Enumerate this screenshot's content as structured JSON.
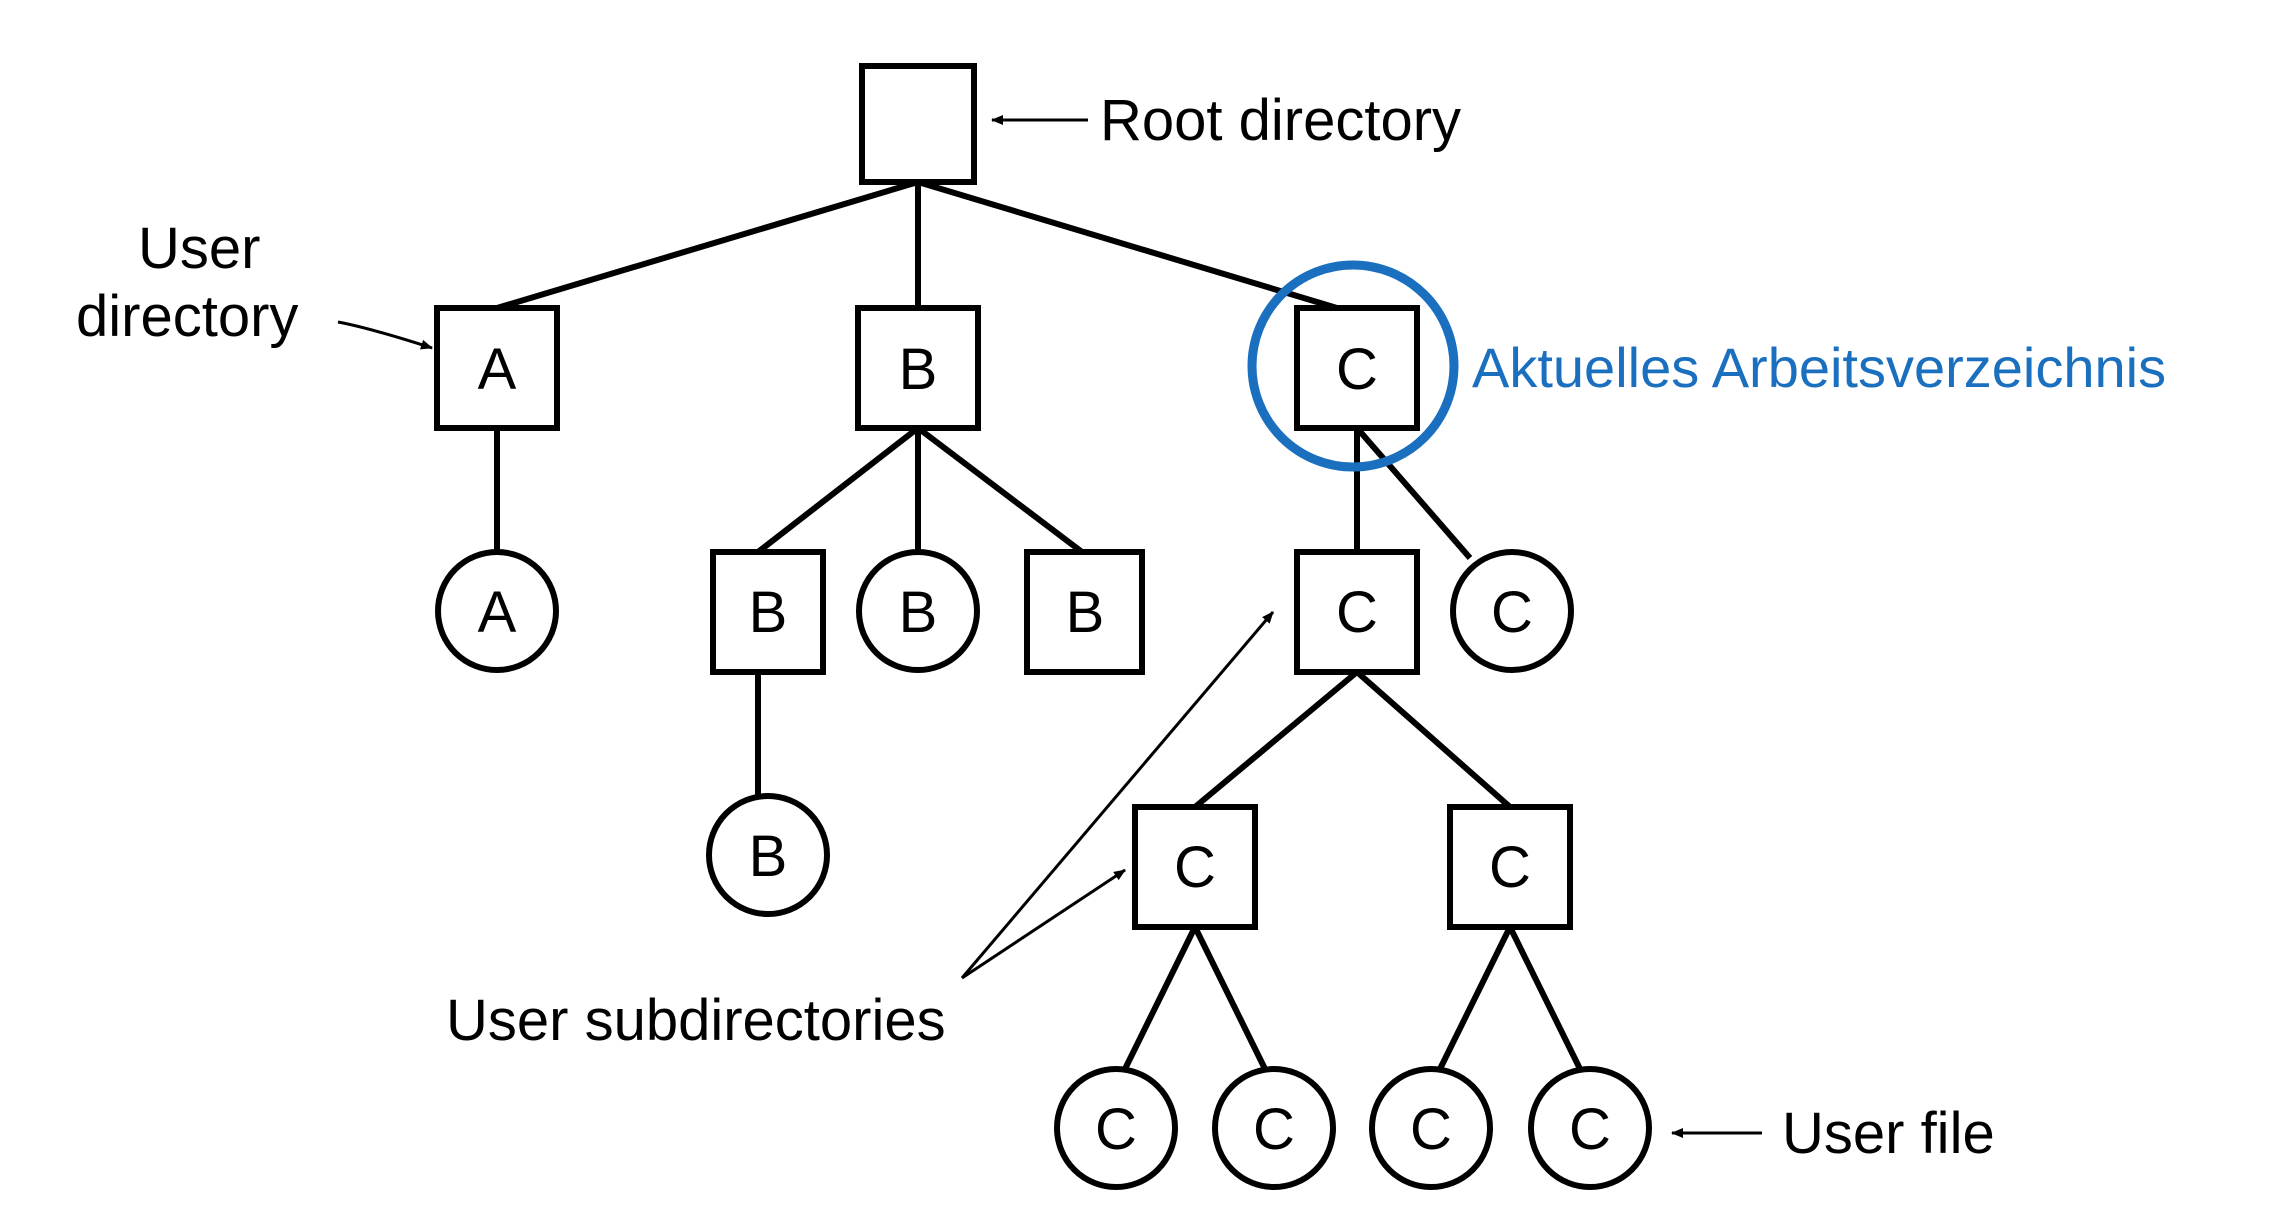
{
  "nodes": {
    "root": "",
    "user_dir_a": "A",
    "user_dir_b": "B",
    "user_dir_c": "C",
    "file_a": "A",
    "subdir_b": "B",
    "file_b1": "B",
    "subdir_b2": "B",
    "file_b2": "B",
    "subdir_c1": "C",
    "file_c1": "C",
    "subdir_c2": "C",
    "subdir_c3": "C",
    "file_c2": "C",
    "file_c3": "C",
    "file_c4": "C",
    "file_c5": "C"
  },
  "labels": {
    "root_directory": "Root directory",
    "user_directory_line1": "User",
    "user_directory_line2": "directory",
    "user_subdirectories": "User subdirectories",
    "user_file": "User file",
    "current_working_directory": "Aktuelles Arbeitsverzeichnis"
  },
  "colors": {
    "highlight": "#1a6fbf",
    "stroke": "#000000"
  }
}
